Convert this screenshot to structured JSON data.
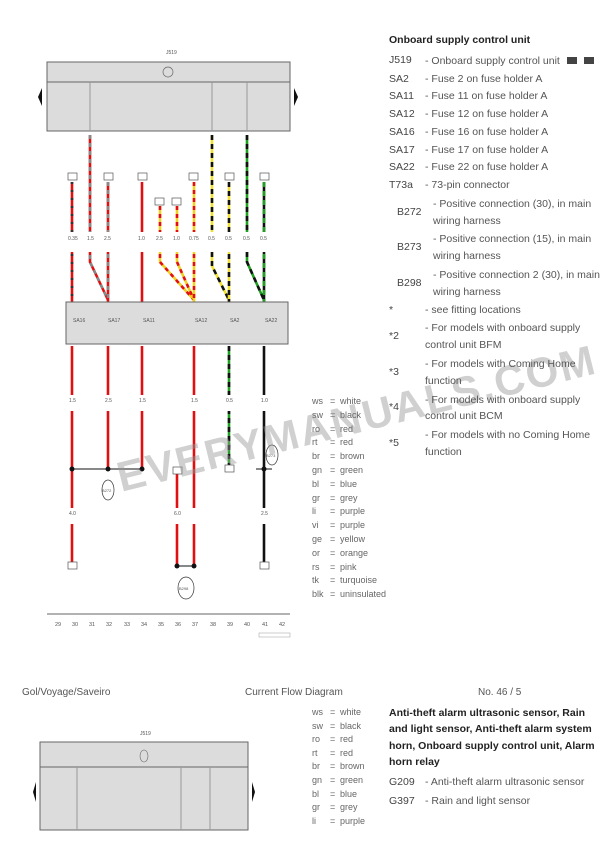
{
  "diagram": {
    "unit_label": "J519",
    "fuse_labels": [
      "SA16",
      "SA17",
      "SA11",
      "SA12",
      "SA2",
      "SA22"
    ],
    "connection_labels": [
      "B272",
      "B298",
      "B273"
    ],
    "wire_sizes_top": [
      "0.35",
      "1.5",
      "2.5",
      "1.0",
      "2.5",
      "1.0",
      "0.75",
      "0.5",
      "0.5",
      "0.5",
      "0.5"
    ],
    "wire_sizes_bottom": [
      "1.5",
      "2.5",
      "1.5",
      "1.5",
      "0.5",
      "1.0",
      "4.0",
      "6.0",
      "2.5"
    ],
    "column_numbers": [
      "29",
      "30",
      "31",
      "32",
      "33",
      "34",
      "35",
      "36",
      "37",
      "38",
      "39",
      "40",
      "41",
      "42"
    ]
  },
  "legend": {
    "title": "Onboard supply control unit",
    "items": [
      {
        "code": "J519",
        "desc": "Onboard supply control unit"
      },
      {
        "code": "SA2",
        "desc": "Fuse 2 on fuse holder A"
      },
      {
        "code": "SA11",
        "desc": "Fuse 11 on fuse holder A"
      },
      {
        "code": "SA12",
        "desc": "Fuse 12 on fuse holder A"
      },
      {
        "code": "SA16",
        "desc": "Fuse 16 on fuse holder A"
      },
      {
        "code": "SA17",
        "desc": "Fuse 17 on fuse holder A"
      },
      {
        "code": "SA22",
        "desc": "Fuse 22 on fuse holder A"
      },
      {
        "code": "T73a",
        "desc": "73-pin connector"
      },
      {
        "code": "B272",
        "desc": "Positive connection (30), in main wiring harness"
      },
      {
        "code": "B273",
        "desc": "Positive connection (15), in main wiring harness"
      },
      {
        "code": "B298",
        "desc": "Positive connection 2 (30), in main wiring harness"
      },
      {
        "code": "*",
        "desc": "see fitting locations"
      },
      {
        "code": "*2",
        "desc": "For models with onboard supply control unit BFM"
      },
      {
        "code": "*3",
        "desc": "For models with Coming Home function"
      },
      {
        "code": "*4",
        "desc": "For models with onboard supply control unit BCM"
      },
      {
        "code": "*5",
        "desc": "For models with no Coming Home function"
      }
    ]
  },
  "colors": [
    {
      "k": "ws",
      "v": "white"
    },
    {
      "k": "sw",
      "v": "black"
    },
    {
      "k": "ro",
      "v": "red"
    },
    {
      "k": "rt",
      "v": "red"
    },
    {
      "k": "br",
      "v": "brown"
    },
    {
      "k": "gn",
      "v": "green"
    },
    {
      "k": "bl",
      "v": "blue"
    },
    {
      "k": "gr",
      "v": "grey"
    },
    {
      "k": "li",
      "v": "purple"
    },
    {
      "k": "vi",
      "v": "purple"
    },
    {
      "k": "ge",
      "v": "yellow"
    },
    {
      "k": "or",
      "v": "orange"
    },
    {
      "k": "rs",
      "v": "pink"
    },
    {
      "k": "tk",
      "v": "turquoise"
    },
    {
      "k": "blk",
      "v": "uninsulated"
    }
  ],
  "watermark": "EVERYMANUALS.COM",
  "footer": {
    "model": "Gol/Voyage/Saveiro",
    "doc": "Current Flow Diagram",
    "number": "No.  46 / 5"
  },
  "page2": {
    "unit_label": "J519",
    "title": "Anti-theft alarm ultrasonic sensor, Rain and light sensor, Anti-theft alarm system horn, Onboard supply control unit, Alarm horn relay",
    "items": [
      {
        "code": "G209",
        "desc": "Anti-theft alarm ultrasonic sensor"
      },
      {
        "code": "G397",
        "desc": "Rain and light sensor"
      }
    ]
  }
}
